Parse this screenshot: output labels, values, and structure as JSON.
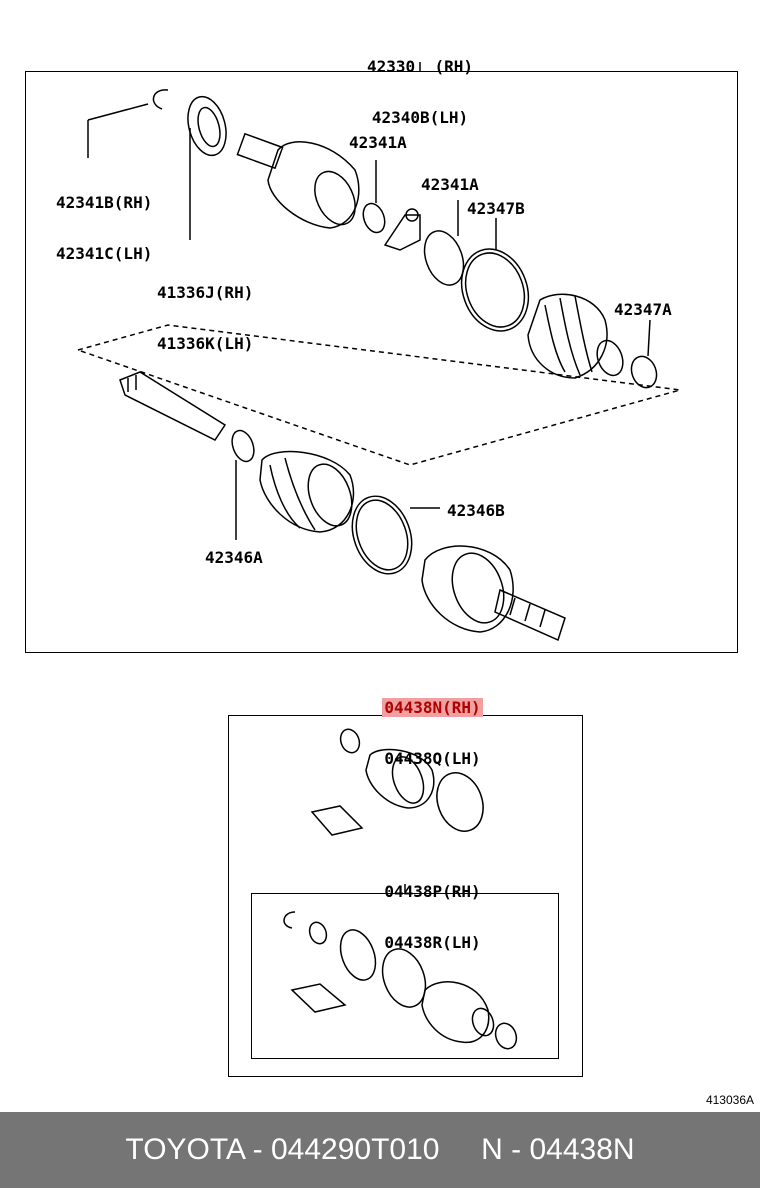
{
  "top_assembly": {
    "line1": "42330  (RH)",
    "line2": "42340B(LH)"
  },
  "parts": {
    "p42341B": {
      "line1": "42341B(RH)",
      "line2": "42341C(LH)"
    },
    "p41336J": {
      "line1": "41336J(RH)",
      "line2": "41336K(LH)"
    },
    "p42341A_a": "42341A",
    "p42341A_b": "42341A",
    "p42347B": "42347B",
    "p42347A": "42347A",
    "p42346B": "42346B",
    "p42346A": "42346A"
  },
  "kit_main": {
    "line1": "04438N(RH)",
    "line2": "04438Q(LH)",
    "highlight_color": "#f0a0a0"
  },
  "kit_sub": {
    "line1": "04438P(RH)",
    "line2": "04438R(LH)"
  },
  "ref_code": "413036A",
  "footer": "TOYOTA - 044290T010     N - 04438N"
}
